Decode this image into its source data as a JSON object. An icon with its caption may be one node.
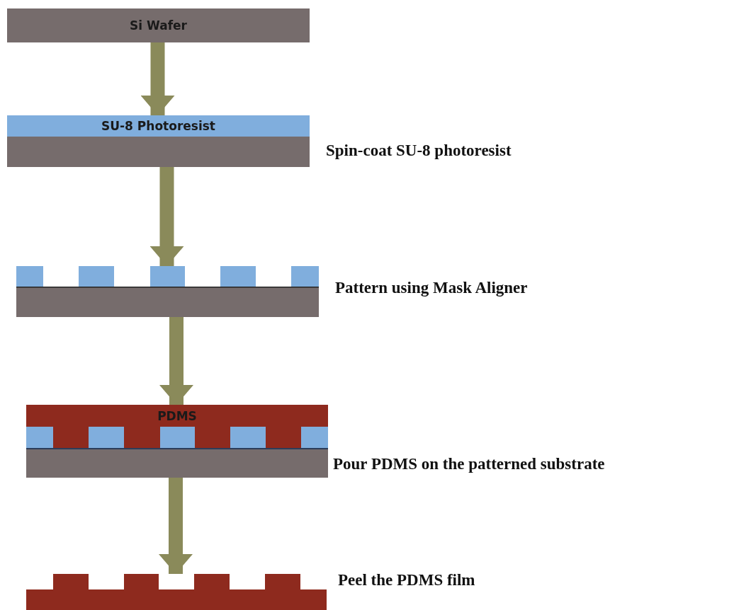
{
  "diagram": {
    "nodes": [
      {
        "text": [
          "Si Wafer"
        ]
      },
      {
        "text": [
          "SU-8 Photoresist"
        ],
        "beside": [
          "Spin-coat SU-8 photoresist"
        ]
      },
      {
        "text": [],
        "shape": "picture",
        "beside": [
          "Pattern using Mask Aligner"
        ]
      },
      {
        "text": [
          "PDMS"
        ],
        "beside": [
          "Pour PDMS on the patterned substrate"
        ]
      },
      {
        "text": [],
        "shape": "picture",
        "beside": [
          "Peel the PDMS film"
        ]
      }
    ],
    "edges": [
      {
        "from": 0,
        "to": 1,
        "arrow": "to"
      },
      {
        "from": 1,
        "to": 2,
        "arrow": "to"
      },
      {
        "from": 2,
        "to": 3,
        "arrow": "to"
      },
      {
        "from": 3,
        "to": 4,
        "arrow": "to"
      }
    ]
  }
}
